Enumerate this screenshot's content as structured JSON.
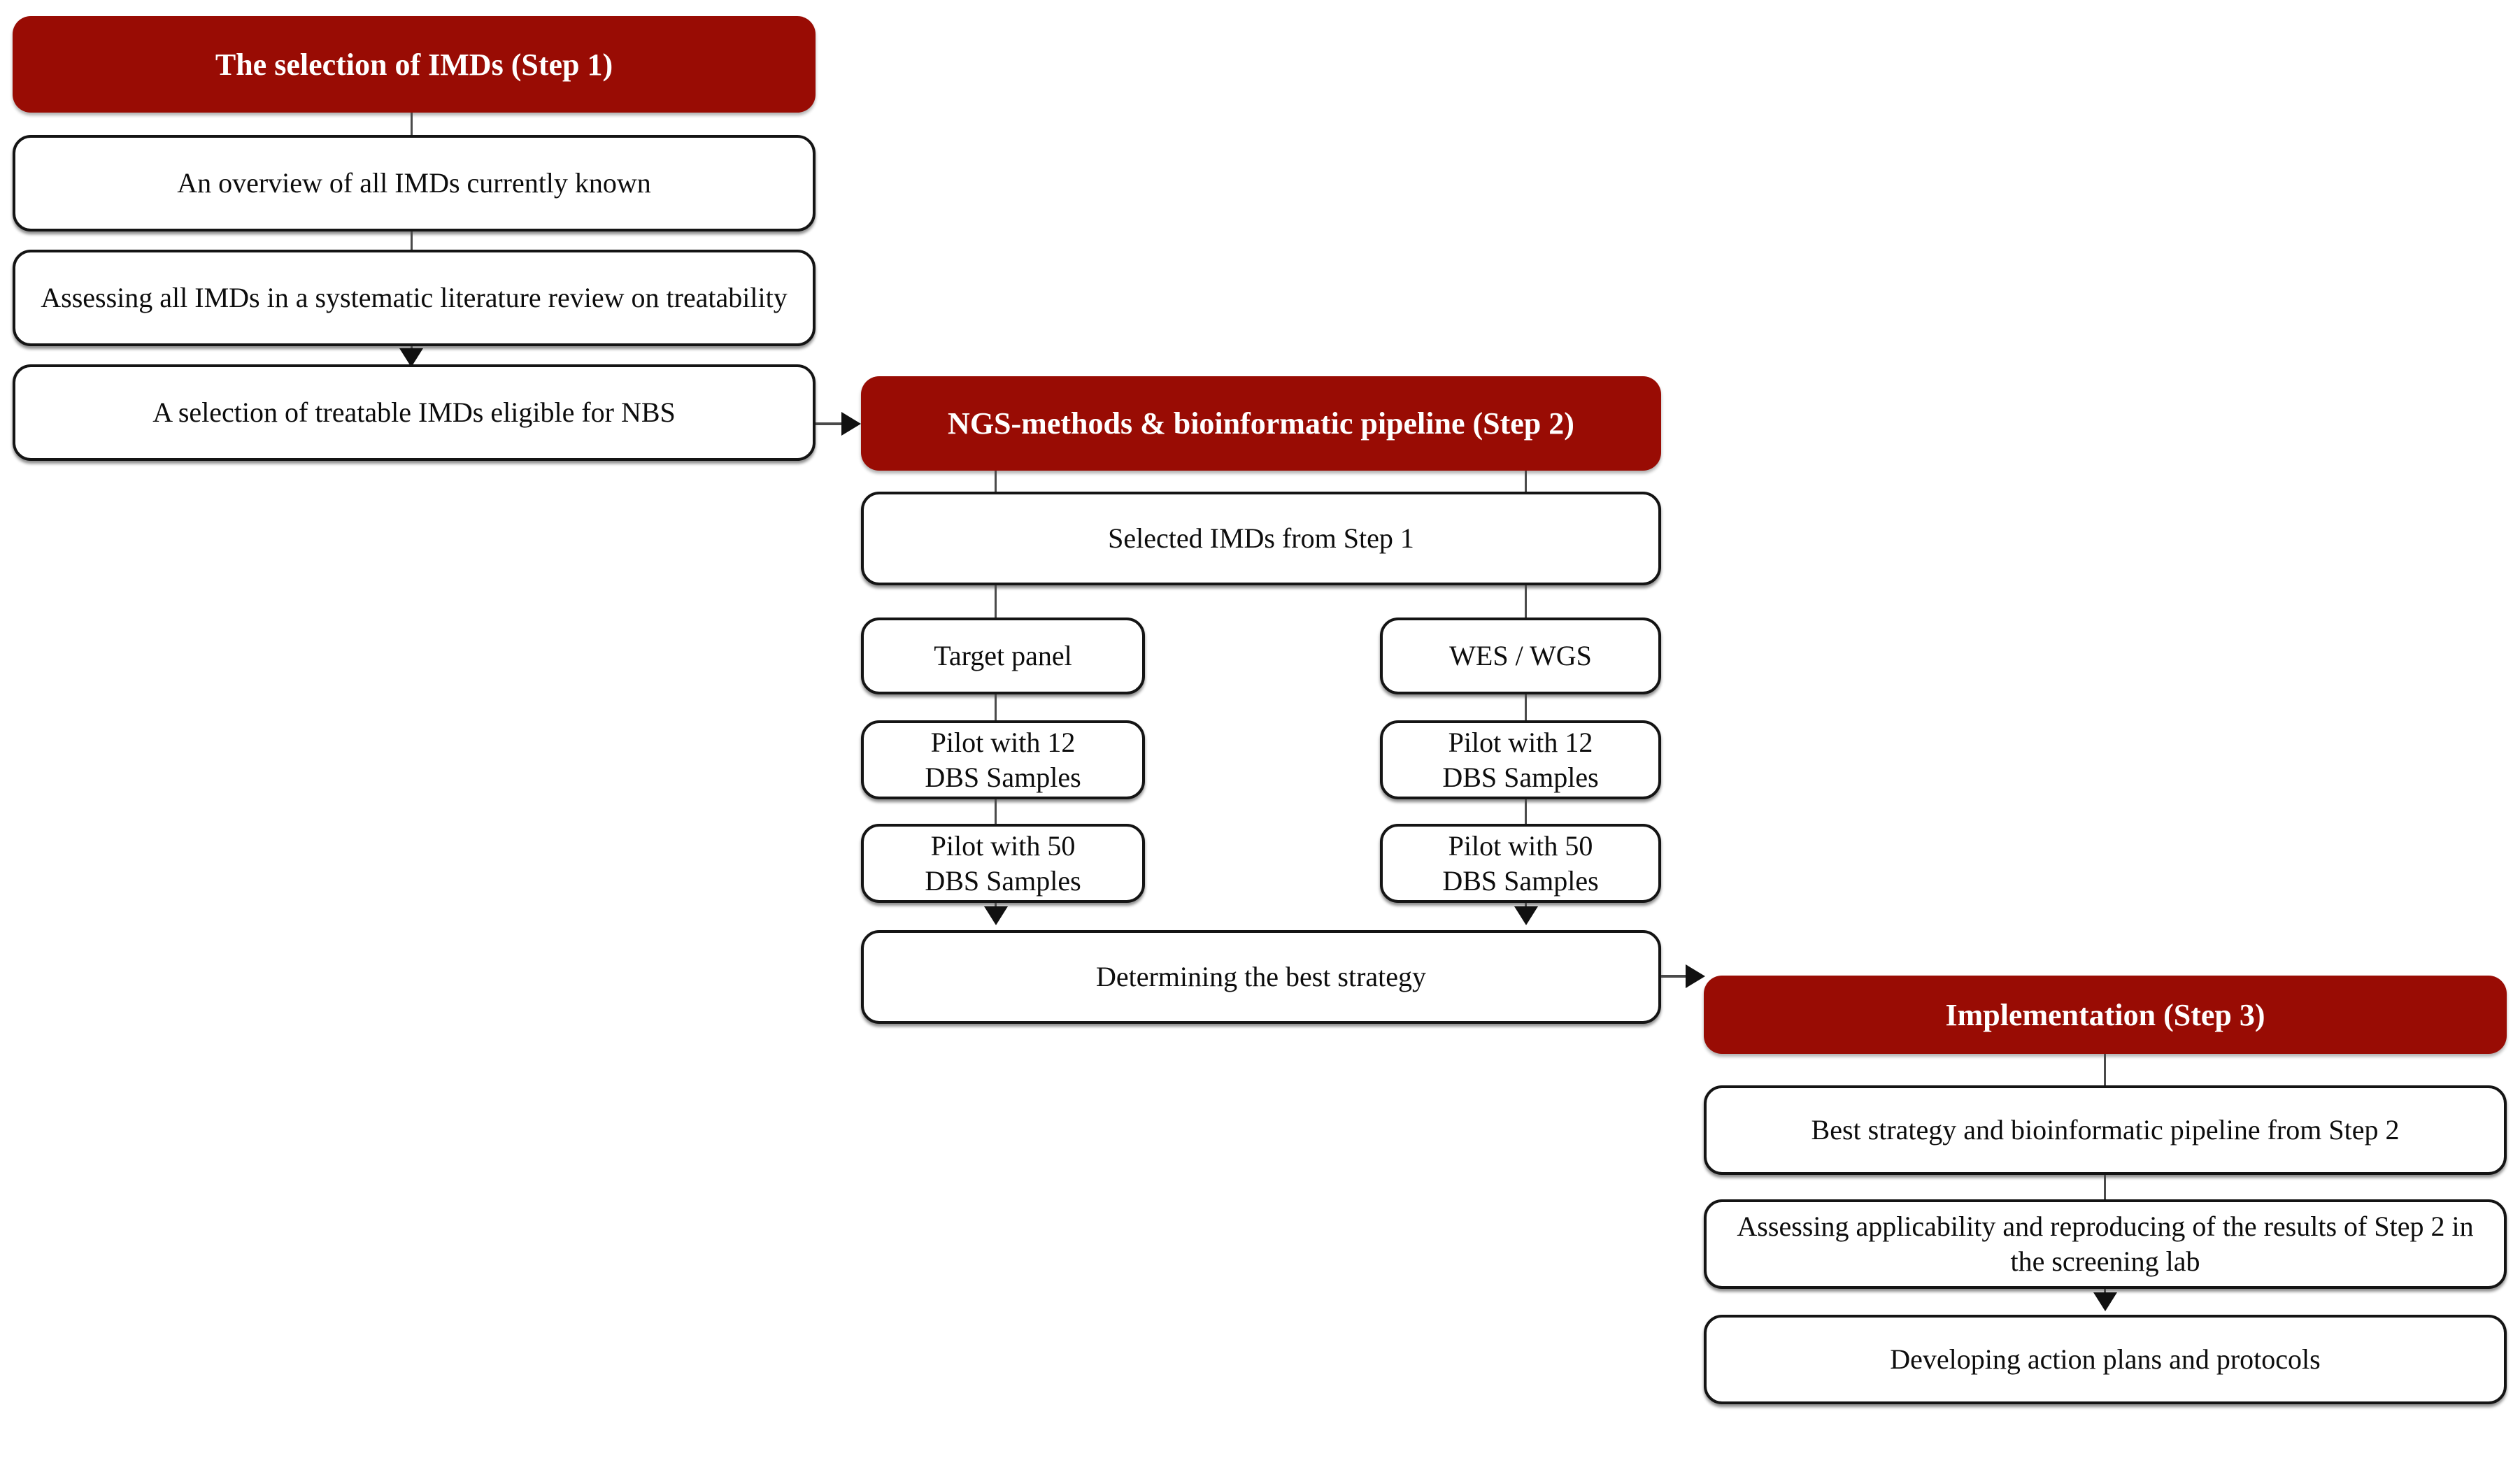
{
  "diagram": {
    "title_step1": "The selection of IMDs (Step 1)",
    "title_step2": "NGS-methods & bioinformatic pipeline (Step 2)",
    "title_step3": "Implementation (Step 3)",
    "step1": {
      "header": "The selection of IMDs (Step 1)",
      "nodes": [
        {
          "id": "s1n1",
          "text": "An overview of all IMDs currently known"
        },
        {
          "id": "s1n2",
          "text": "Assessing all IMDs in a systematic literature review on treatability"
        },
        {
          "id": "s1n3",
          "text": "A selection of treatable IMDs eligible for NBS"
        }
      ]
    },
    "step2": {
      "header": "NGS-methods & bioinformatic pipeline (Step 2)",
      "nodes": [
        {
          "id": "s2n1",
          "text": "Selected IMDs from Step 1"
        },
        {
          "id": "s2n2",
          "text": "Target panel"
        },
        {
          "id": "s2n3",
          "text": "WES / WGS"
        },
        {
          "id": "s2n4",
          "text": "Pilot with 12\nDBS Samples"
        },
        {
          "id": "s2n5",
          "text": "Pilot with 12\nDBS Samples"
        },
        {
          "id": "s2n6",
          "text": "Pilot with 50\nDBS Samples"
        },
        {
          "id": "s2n7",
          "text": "Pilot with 50\nDBS Samples"
        },
        {
          "id": "s2n8",
          "text": "Determining the best strategy"
        }
      ]
    },
    "step3": {
      "header": "Implementation (Step 3)",
      "nodes": [
        {
          "id": "s3n1",
          "text": "Best strategy and bioinformatic pipeline from Step 2"
        },
        {
          "id": "s3n2",
          "text": "Assessing applicability and reproducing of the results of Step 2 in the screening lab"
        },
        {
          "id": "s3n3",
          "text": "Developing action plans and protocols"
        }
      ]
    },
    "colors": {
      "header_fill": "#990c04",
      "header_text": "#ffffff",
      "node_border": "#141414",
      "node_fill": "#ffffff",
      "node_text": "#0d0d0d",
      "connector": "#4a4a4a",
      "arrow": "#111111",
      "background": "#ffffff"
    }
  }
}
